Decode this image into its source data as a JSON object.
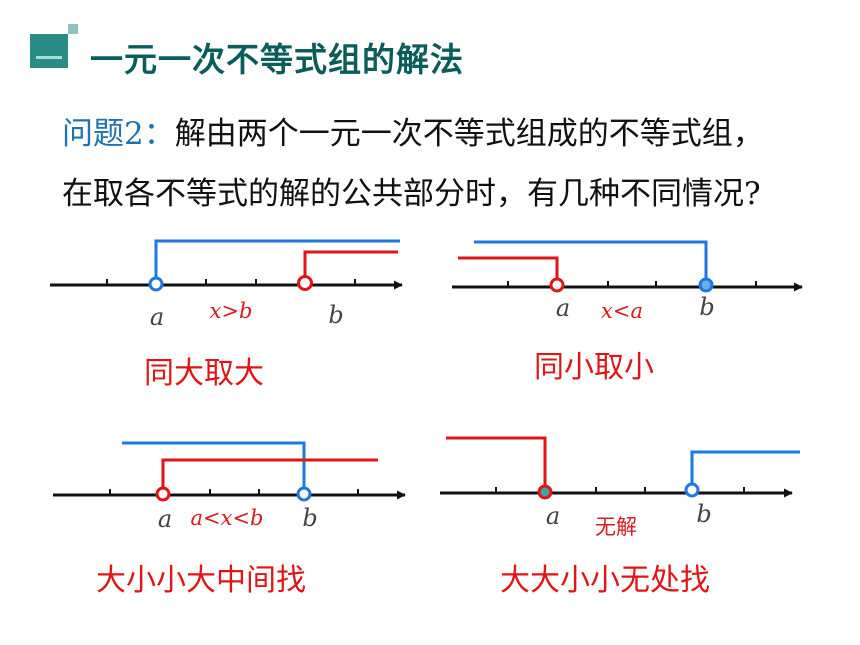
{
  "header": {
    "title": "一元一次不等式组的解法"
  },
  "question": {
    "label_text": "问题",
    "label_number": "2",
    "label_colon": "：",
    "line1": "解由两个一元一次不等式组成的不等式组，",
    "line2": "在取各不等式的解的公共部分时，有几种不同情况",
    "line2_mark": "?"
  },
  "colors": {
    "blue": "#1e78e0",
    "red": "#e01515",
    "teal": "#2a8c86",
    "axis": "#111111"
  },
  "panels": [
    {
      "id": "same-large",
      "point_a": "a",
      "point_b": "b",
      "relation": "x>b",
      "rule": "同大取大"
    },
    {
      "id": "same-small",
      "point_a": "a",
      "point_b": "b",
      "relation": "x<a",
      "rule": "同小取小"
    },
    {
      "id": "between",
      "point_a": "a",
      "point_b": "b",
      "relation": "a<x<b",
      "rule": "大小小大中间找"
    },
    {
      "id": "no-solution",
      "point_a": "a",
      "point_b": "b",
      "relation": "无解",
      "rule": "大大小小无处找"
    }
  ]
}
